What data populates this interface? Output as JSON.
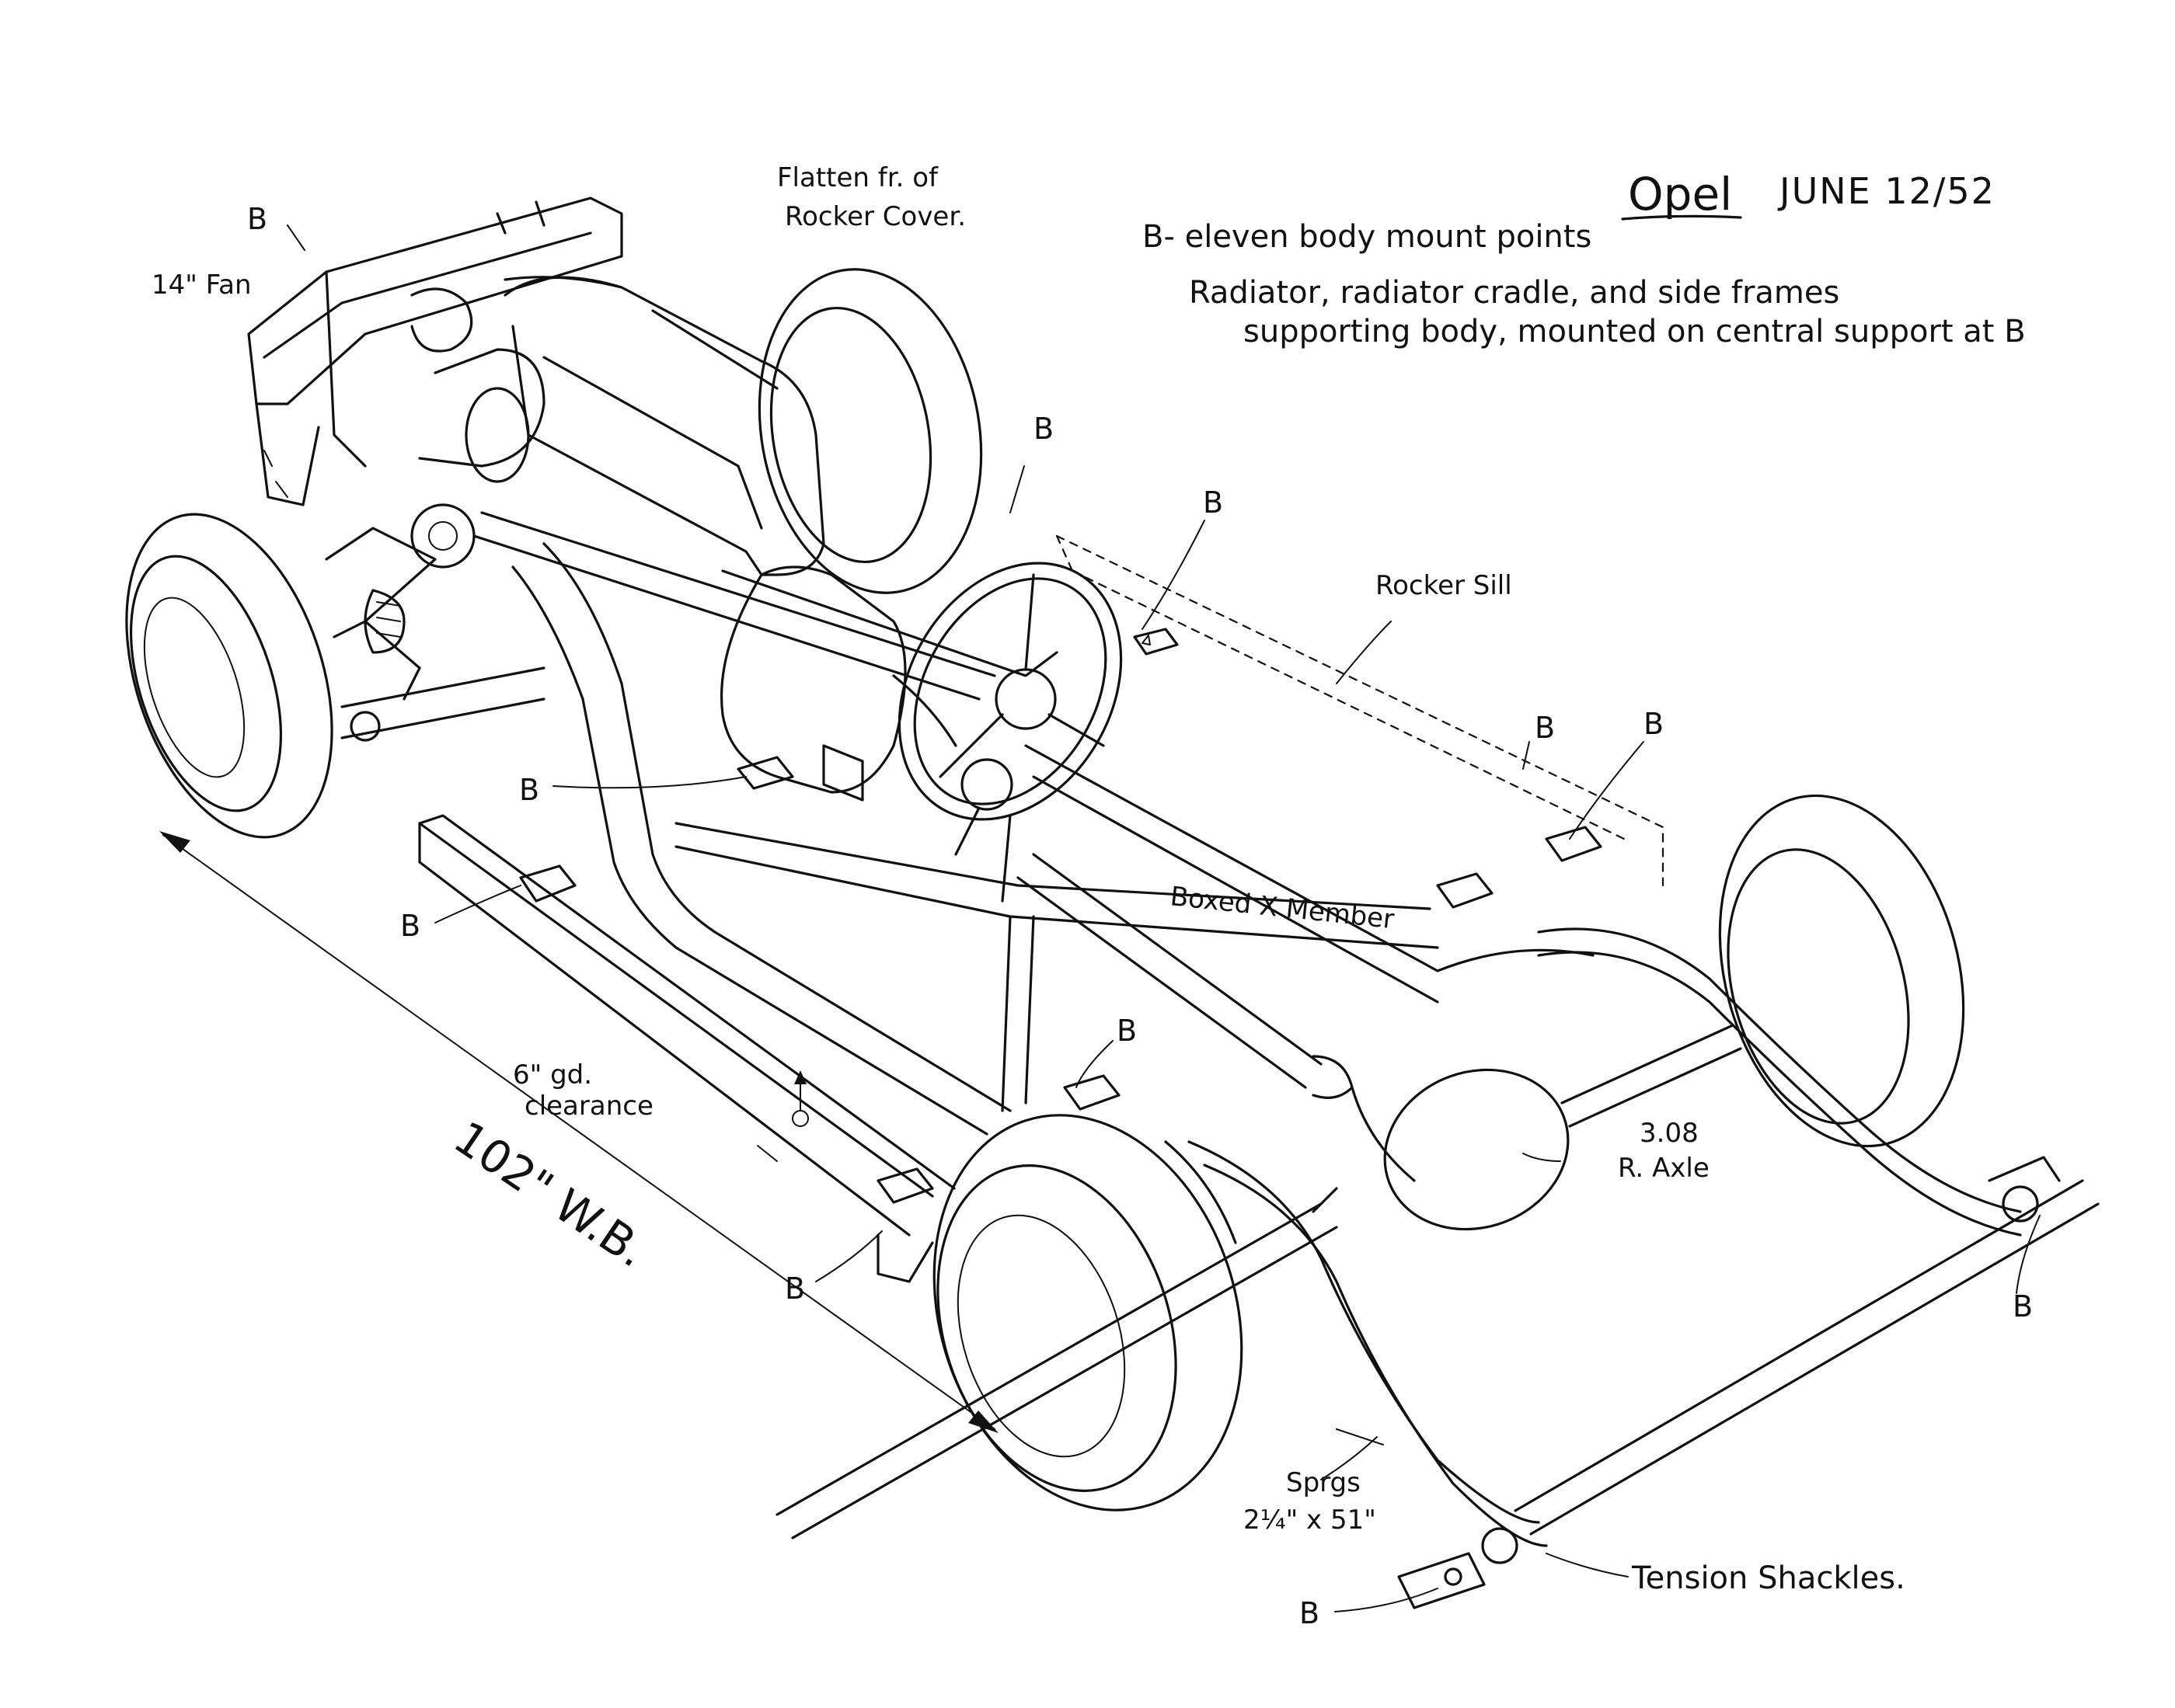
{
  "header": {
    "title": "Opel",
    "date": "JUNE 12/52",
    "legend": "B- eleven body mount points",
    "description_line1": "Radiator, radiator cradle, and side frames",
    "description_line2": "supporting body, mounted on central support at B"
  },
  "annotations": {
    "fan": "14\" Fan",
    "rocker_cover_line1": "Flatten fr. of",
    "rocker_cover_line2": "Rocker Cover.",
    "rocker_sill": "Rocker Sill",
    "boxed_member": "Boxed X Member",
    "clearance_line1": "6\" gd.",
    "clearance_line2": "clearance",
    "wheelbase": "102\" W.B.",
    "axle_line1": "3.08",
    "axle_line2": "R. Axle",
    "springs_line1": "Sprgs",
    "springs_line2": "2¼\" x 51\"",
    "shackles": "Tension Shackles."
  },
  "body_mount_marker": "B",
  "colors": {
    "ink": "#111111",
    "paper": "#ffffff"
  }
}
